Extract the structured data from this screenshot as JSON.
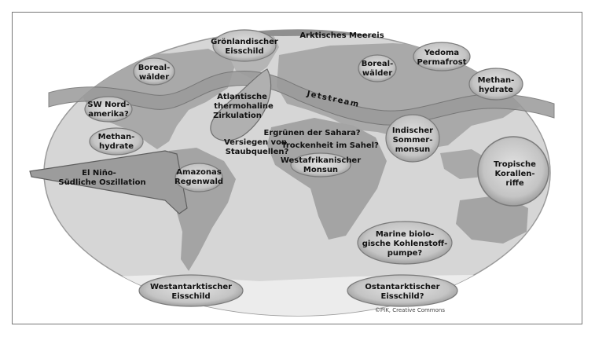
{
  "map": {
    "colors": {
      "ocean": "#d6d6d6",
      "land": "#a8a8a8",
      "ice": "#eeeeee",
      "band": "#8c8c8c",
      "bubble_fill": "#bdbdbd",
      "bubble_stroke": "#7a7a7a"
    },
    "labels": {
      "arctic_sea_ice": "Arktisches Meereis",
      "greenland_line1": "Grönlandischer",
      "greenland_line2": "Eisschild",
      "boreal_west_line1": "Boreal-",
      "boreal_west_line2": "wälder",
      "boreal_east_line1": "Boreal-",
      "boreal_east_line2": "wälder",
      "yedoma_line1": "Yedoma",
      "yedoma_line2": "Permafrost",
      "methane_east_line1": "Methan-",
      "methane_east_line2": "hydrate",
      "methane_west_line1": "Methan-",
      "methane_west_line2": "hydrate",
      "sw_na_line1": "SW Nord-",
      "sw_na_line2": "amerika?",
      "amoc_line1": "Atlantische",
      "amoc_line2": "thermohaline",
      "amoc_line3": "Zirkulation",
      "jetstream": "Jetstream",
      "sahara_greening": "Ergrünen der Sahara?",
      "sahel_drought": "Trockenheit im Sahel?",
      "dust_line1": "Versiegen von",
      "dust_line2": "Staubquellen?",
      "indian_monsoon_line1": "Indischer",
      "indian_monsoon_line2": "Sommer-",
      "indian_monsoon_line3": "monsun",
      "west_african_monsoon_line1": "Westafrikanischer",
      "west_african_monsoon_line2": "Monsun",
      "enso_line1": "El Niño-",
      "enso_line2": "Südliche Oszillation",
      "amazon_line1": "Amazonas",
      "amazon_line2": "Regenwald",
      "coral_line1": "Tropische",
      "coral_line2": "Korallen-",
      "coral_line3": "riffe",
      "carbon_pump_line1": "Marine biolo-",
      "carbon_pump_line2": "gische Kohlenstoff-",
      "carbon_pump_line3": "pumpe?",
      "wais_line1": "Westantarktischer",
      "wais_line2": "Eisschild",
      "eais_line1": "Ostantarktischer",
      "eais_line2": "Eisschild?",
      "credit": "©PIK, Creative Commons"
    }
  }
}
